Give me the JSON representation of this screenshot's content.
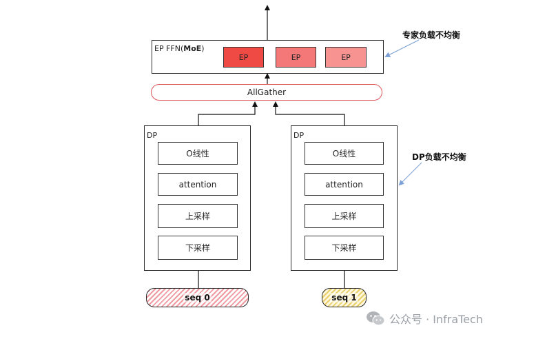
{
  "top": {
    "ep_ffn_prefix": "EP FFN(",
    "ep_ffn_bold": "MoE",
    "ep_ffn_suffix": ")",
    "experts": [
      {
        "label": "EP",
        "color": "#f04a45"
      },
      {
        "label": "EP",
        "color": "#f47877"
      },
      {
        "label": "EP",
        "color": "#f79390"
      }
    ],
    "allgather_label": "AllGather"
  },
  "dp_groups": [
    {
      "title": "DP",
      "layers": [
        "O线性",
        "attention",
        "上采样",
        "下采样"
      ],
      "seq_label": "seq 0"
    },
    {
      "title": "DP",
      "layers": [
        "O线性",
        "attention",
        "上采样",
        "下采样"
      ],
      "seq_label": "seq 1"
    }
  ],
  "annotations": {
    "expert_imbalance": "专家负载不均衡",
    "dp_imbalance": "DP负载不均衡"
  },
  "watermark": "公众号 · InfraTech",
  "colors": {
    "allgather_border": "#e0555b",
    "annotation_line": "#7aa0d6"
  }
}
